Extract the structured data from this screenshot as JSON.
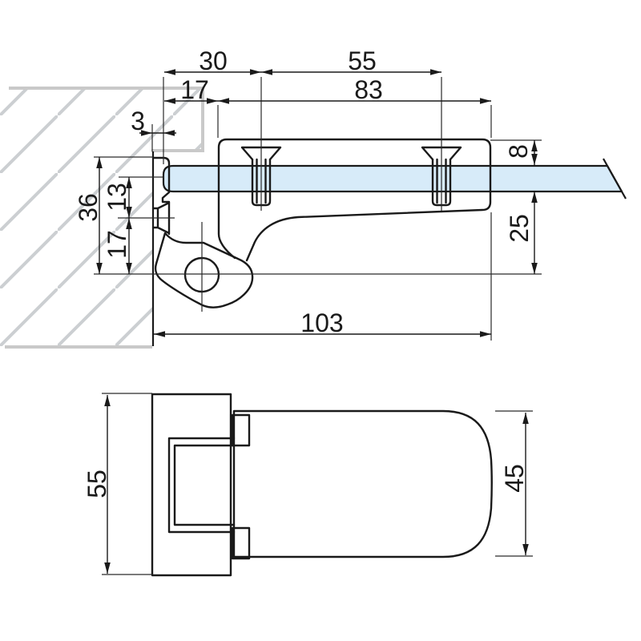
{
  "colors": {
    "line": "#1a1a1a",
    "glass_fill": "#d7ebf9",
    "wall_gray": "#c9c9c9",
    "background": "#ffffff"
  },
  "dimensions": {
    "side_view": {
      "glass_edge_to_screw1": "30",
      "screw_spacing": "55",
      "glass_edge_to_body": "17",
      "body_length": "83",
      "wall_to_glass_gap": "3",
      "top_clamp_thickness": "8",
      "below_glass_depth": "25",
      "overall_height": "36",
      "glass_center_to_hole": "13",
      "hole_to_pivot": "17",
      "overall_length": "103"
    },
    "plan_view": {
      "mount_width": "55",
      "clamp_width": "45"
    }
  }
}
